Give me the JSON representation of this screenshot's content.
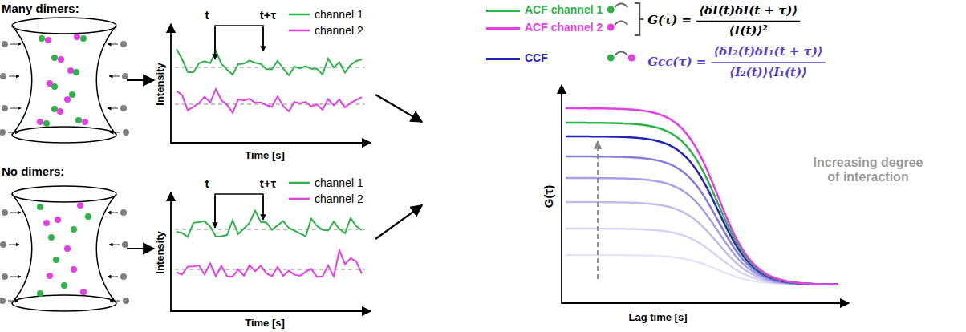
{
  "diagram": {
    "labels": [
      "Many dimers:",
      "No dimers:",
      "t",
      "t+τ",
      "channel 1",
      "channel 2",
      "Intensity",
      "Time [s]",
      "t",
      "t+τ",
      "channel 1",
      "channel 2",
      "Intensity",
      "Time [s]",
      "G(τ) =",
      "⟨δI(t)δI(t + τ)⟩",
      "⟨I(t)⟩²",
      "Gcc(τ) =",
      "⟨δI₂(t)δI₁(t + τ)⟩",
      "⟨I₂(t)⟩⟨I₁(t)⟩",
      "G(τ)",
      "Lag time [s]",
      "Increasing degree of interaction"
    ],
    "legend": [
      {
        "text": "ACF channel 1",
        "color": "#2eb34a"
      },
      {
        "text": "ACF channel 2",
        "color": "#e43ee4"
      },
      {
        "text": "CCF",
        "color": "#2323b8"
      }
    ]
  }
}
